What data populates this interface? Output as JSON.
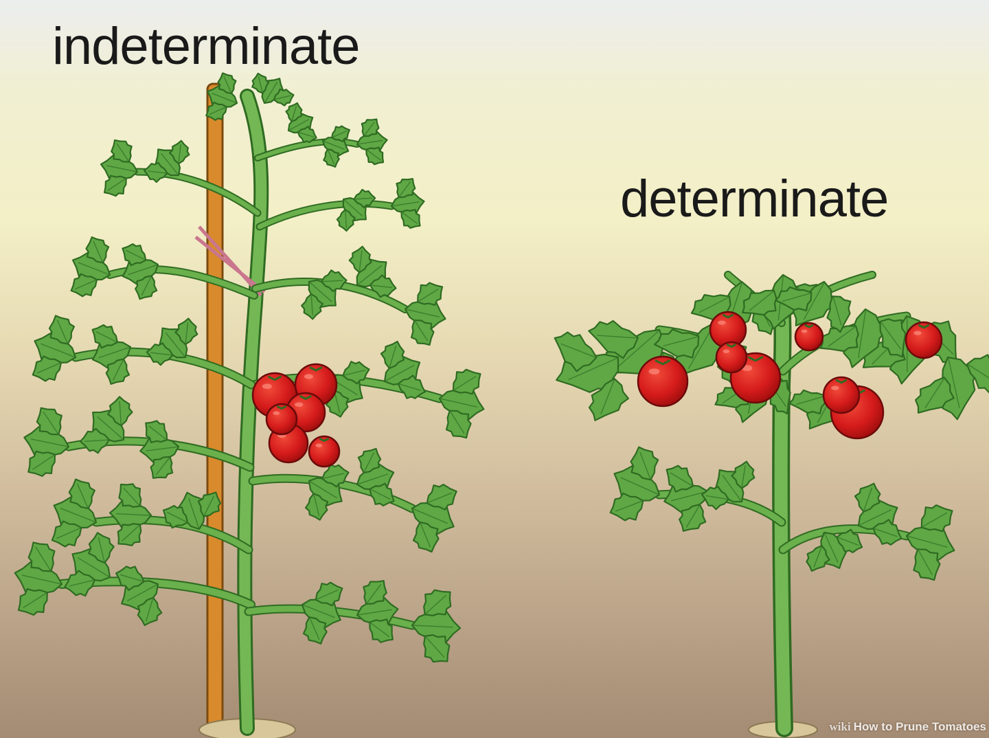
{
  "labels": {
    "indeterminate": "indeterminate",
    "determinate": "determinate"
  },
  "watermark": {
    "prefix": "wiki",
    "text": "How to Prune Tomatoes"
  },
  "colors": {
    "sky_top": "#eef0ee",
    "sky_mid": "#f3f0c8",
    "ground": "#b29a80",
    "stem": "#6ab04c",
    "leaf": "#5fa845",
    "leaf_dark": "#2f6b22",
    "tomato": "#d91f1f",
    "stake": "#d98a2c"
  },
  "icons": {
    "left_plant": "tomato-plant-icon",
    "right_plant": "tomato-plant-icon"
  }
}
